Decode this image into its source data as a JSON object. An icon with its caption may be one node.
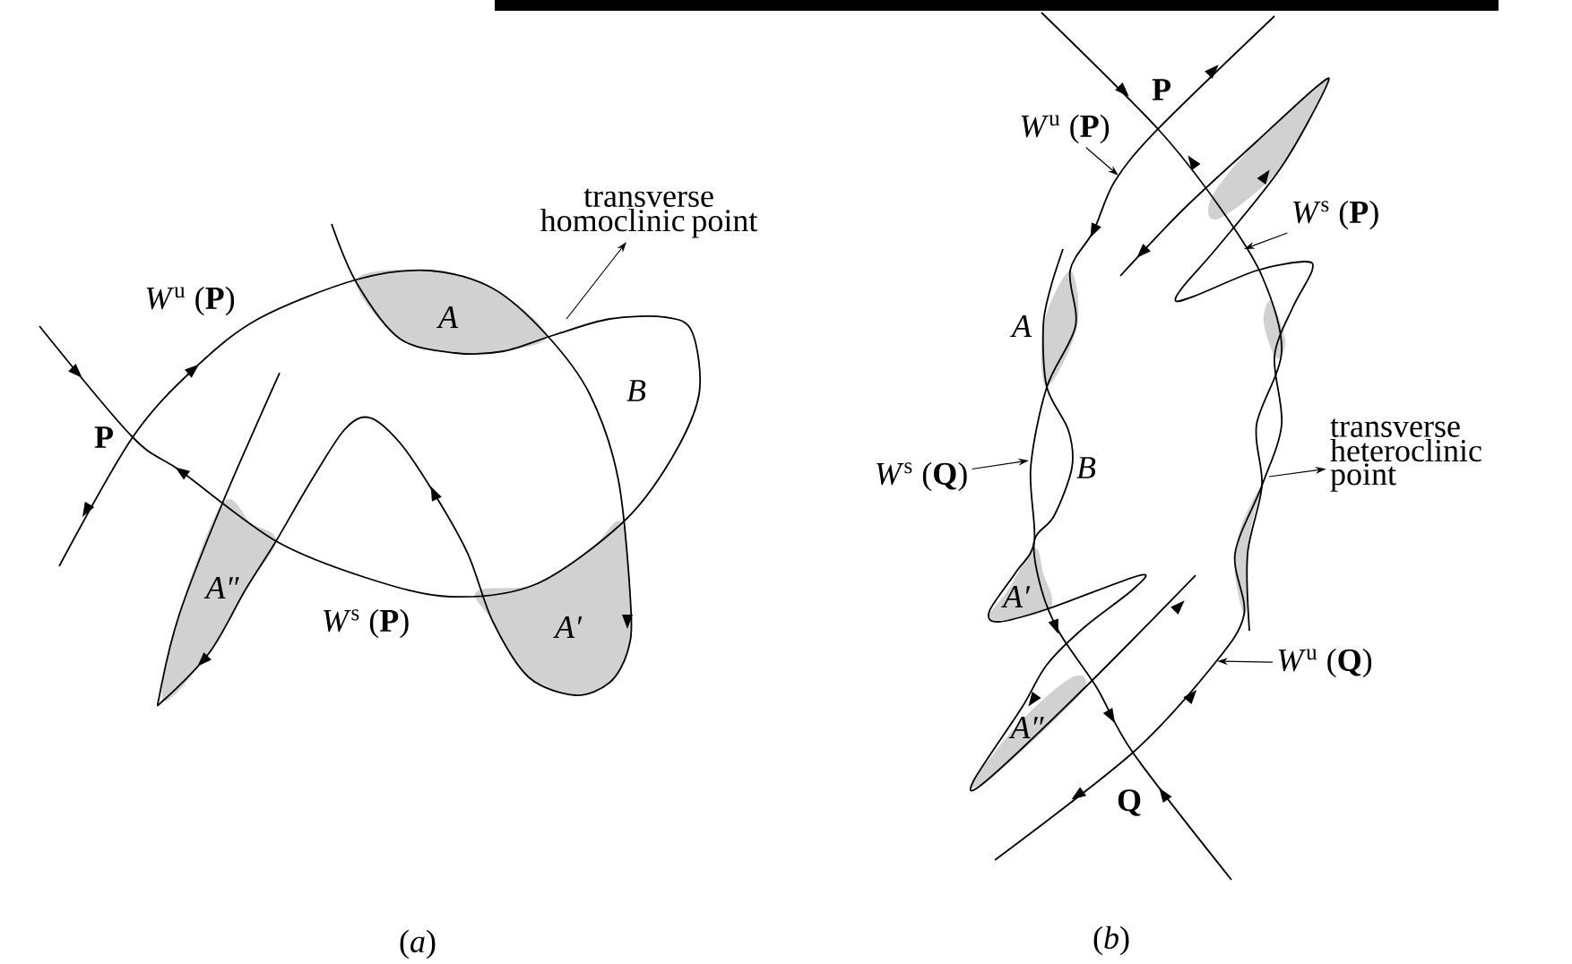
{
  "diagram": {
    "nodes": [
      {
        "text": [
          "transverse homoclinic point"
        ]
      },
      {
        "text": [
          "*W*$^{u}$ (**P**)"
        ]
      },
      {
        "text": [
          "*W*$^{s}$ (**P**)"
        ]
      },
      {
        "text": [
          "transverse heteroclinic point"
        ]
      },
      {
        "text": [
          "*W*$^{s}$ (**Q**)"
        ]
      },
      {
        "text": [
          "*W*$^{u}$ (**Q**)"
        ]
      }
    ],
    "edges": [
      {
        "from": null,
        "to": 0,
        "arrow": "to"
      },
      {
        "from": 1,
        "to": null,
        "arrow": "to"
      },
      {
        "from": 2,
        "to": null,
        "arrow": "to"
      },
      {
        "from": null,
        "to": 3,
        "arrow": "to"
      },
      {
        "from": 4,
        "to": null,
        "arrow": "to"
      },
      {
        "from": 5,
        "to": null,
        "arrow": "to"
      }
    ],
    "labels": [
      "*W*$^{u}$ (**P**)",
      "A",
      "B",
      "P",
      "A″",
      "*W*$^{s}$ (**P**)",
      "A′",
      "(*a*)",
      "P",
      "A",
      "B",
      "A′",
      "A″",
      "Q",
      "(*b*)"
    ]
  }
}
